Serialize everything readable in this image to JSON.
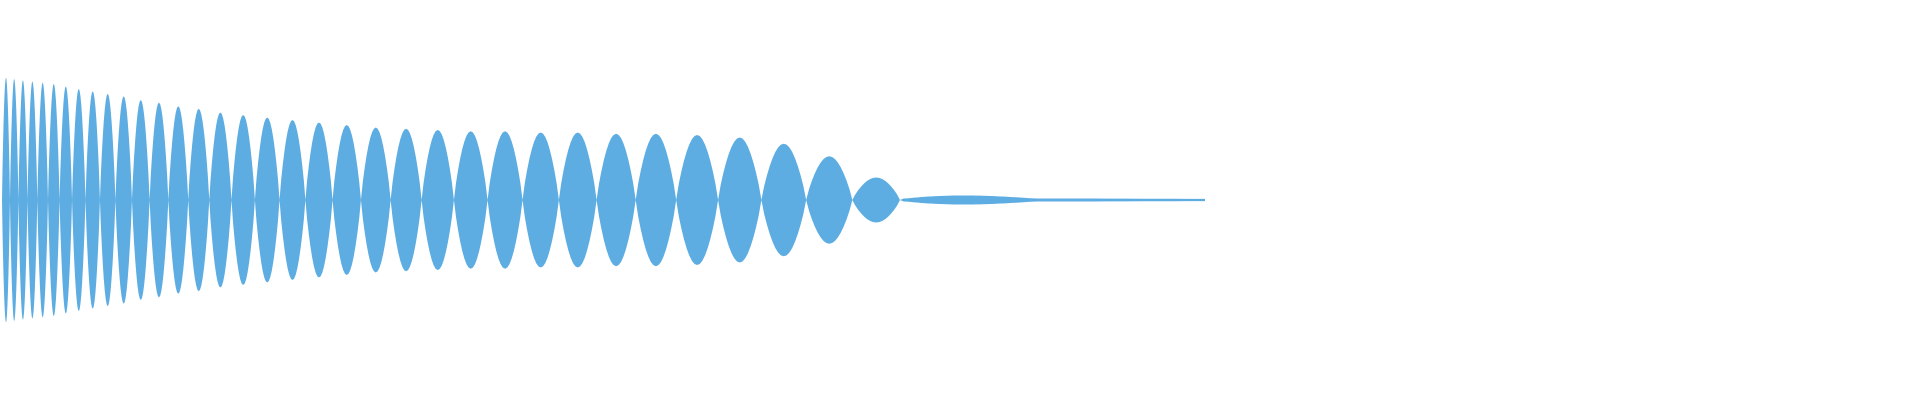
{
  "waveform": {
    "fill_color": "#5dade2",
    "background_color": "#ffffff",
    "peak_amplitudes": [
      0.98,
      0.97,
      0.96,
      0.95,
      0.94,
      0.93,
      0.91,
      0.89,
      0.87,
      0.85,
      0.83,
      0.8,
      0.78,
      0.75,
      0.73,
      0.7,
      0.68,
      0.66,
      0.64,
      0.62,
      0.6,
      0.58,
      0.57,
      0.56,
      0.55,
      0.55,
      0.54,
      0.54,
      0.53,
      0.53,
      0.52,
      0.5,
      0.45,
      0.35,
      0.18
    ],
    "tail_amplitude": 0.04
  }
}
